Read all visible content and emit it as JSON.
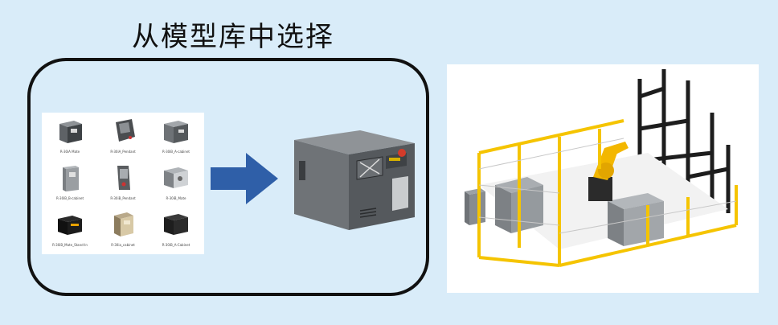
{
  "title": "从模型库中选择",
  "library": {
    "items": [
      {
        "label": "R-30iA Mate"
      },
      {
        "label": "R-30iA_Pendant"
      },
      {
        "label": "R-30iB_A-cabinet"
      },
      {
        "label": "R-30iB_B-cabinet"
      },
      {
        "label": "R-30iB_Pendant"
      },
      {
        "label": "R-30iB_Mate"
      },
      {
        "label": "R-30iB_Mate_Stand-In"
      },
      {
        "label": "R-30ia_cabinet"
      },
      {
        "label": "R-30iB_A-Cabinet"
      }
    ]
  },
  "colors": {
    "background": "#d9ecf9",
    "arrow": "#2f5fa8",
    "cabinet": "#7a7d80",
    "robot": "#f3b700",
    "fence": "#f5c400"
  },
  "icons": {
    "arrow": "right-arrow-icon",
    "controller": "robot-controller-cabinet-icon",
    "cell": "robot-work-cell-icon"
  }
}
